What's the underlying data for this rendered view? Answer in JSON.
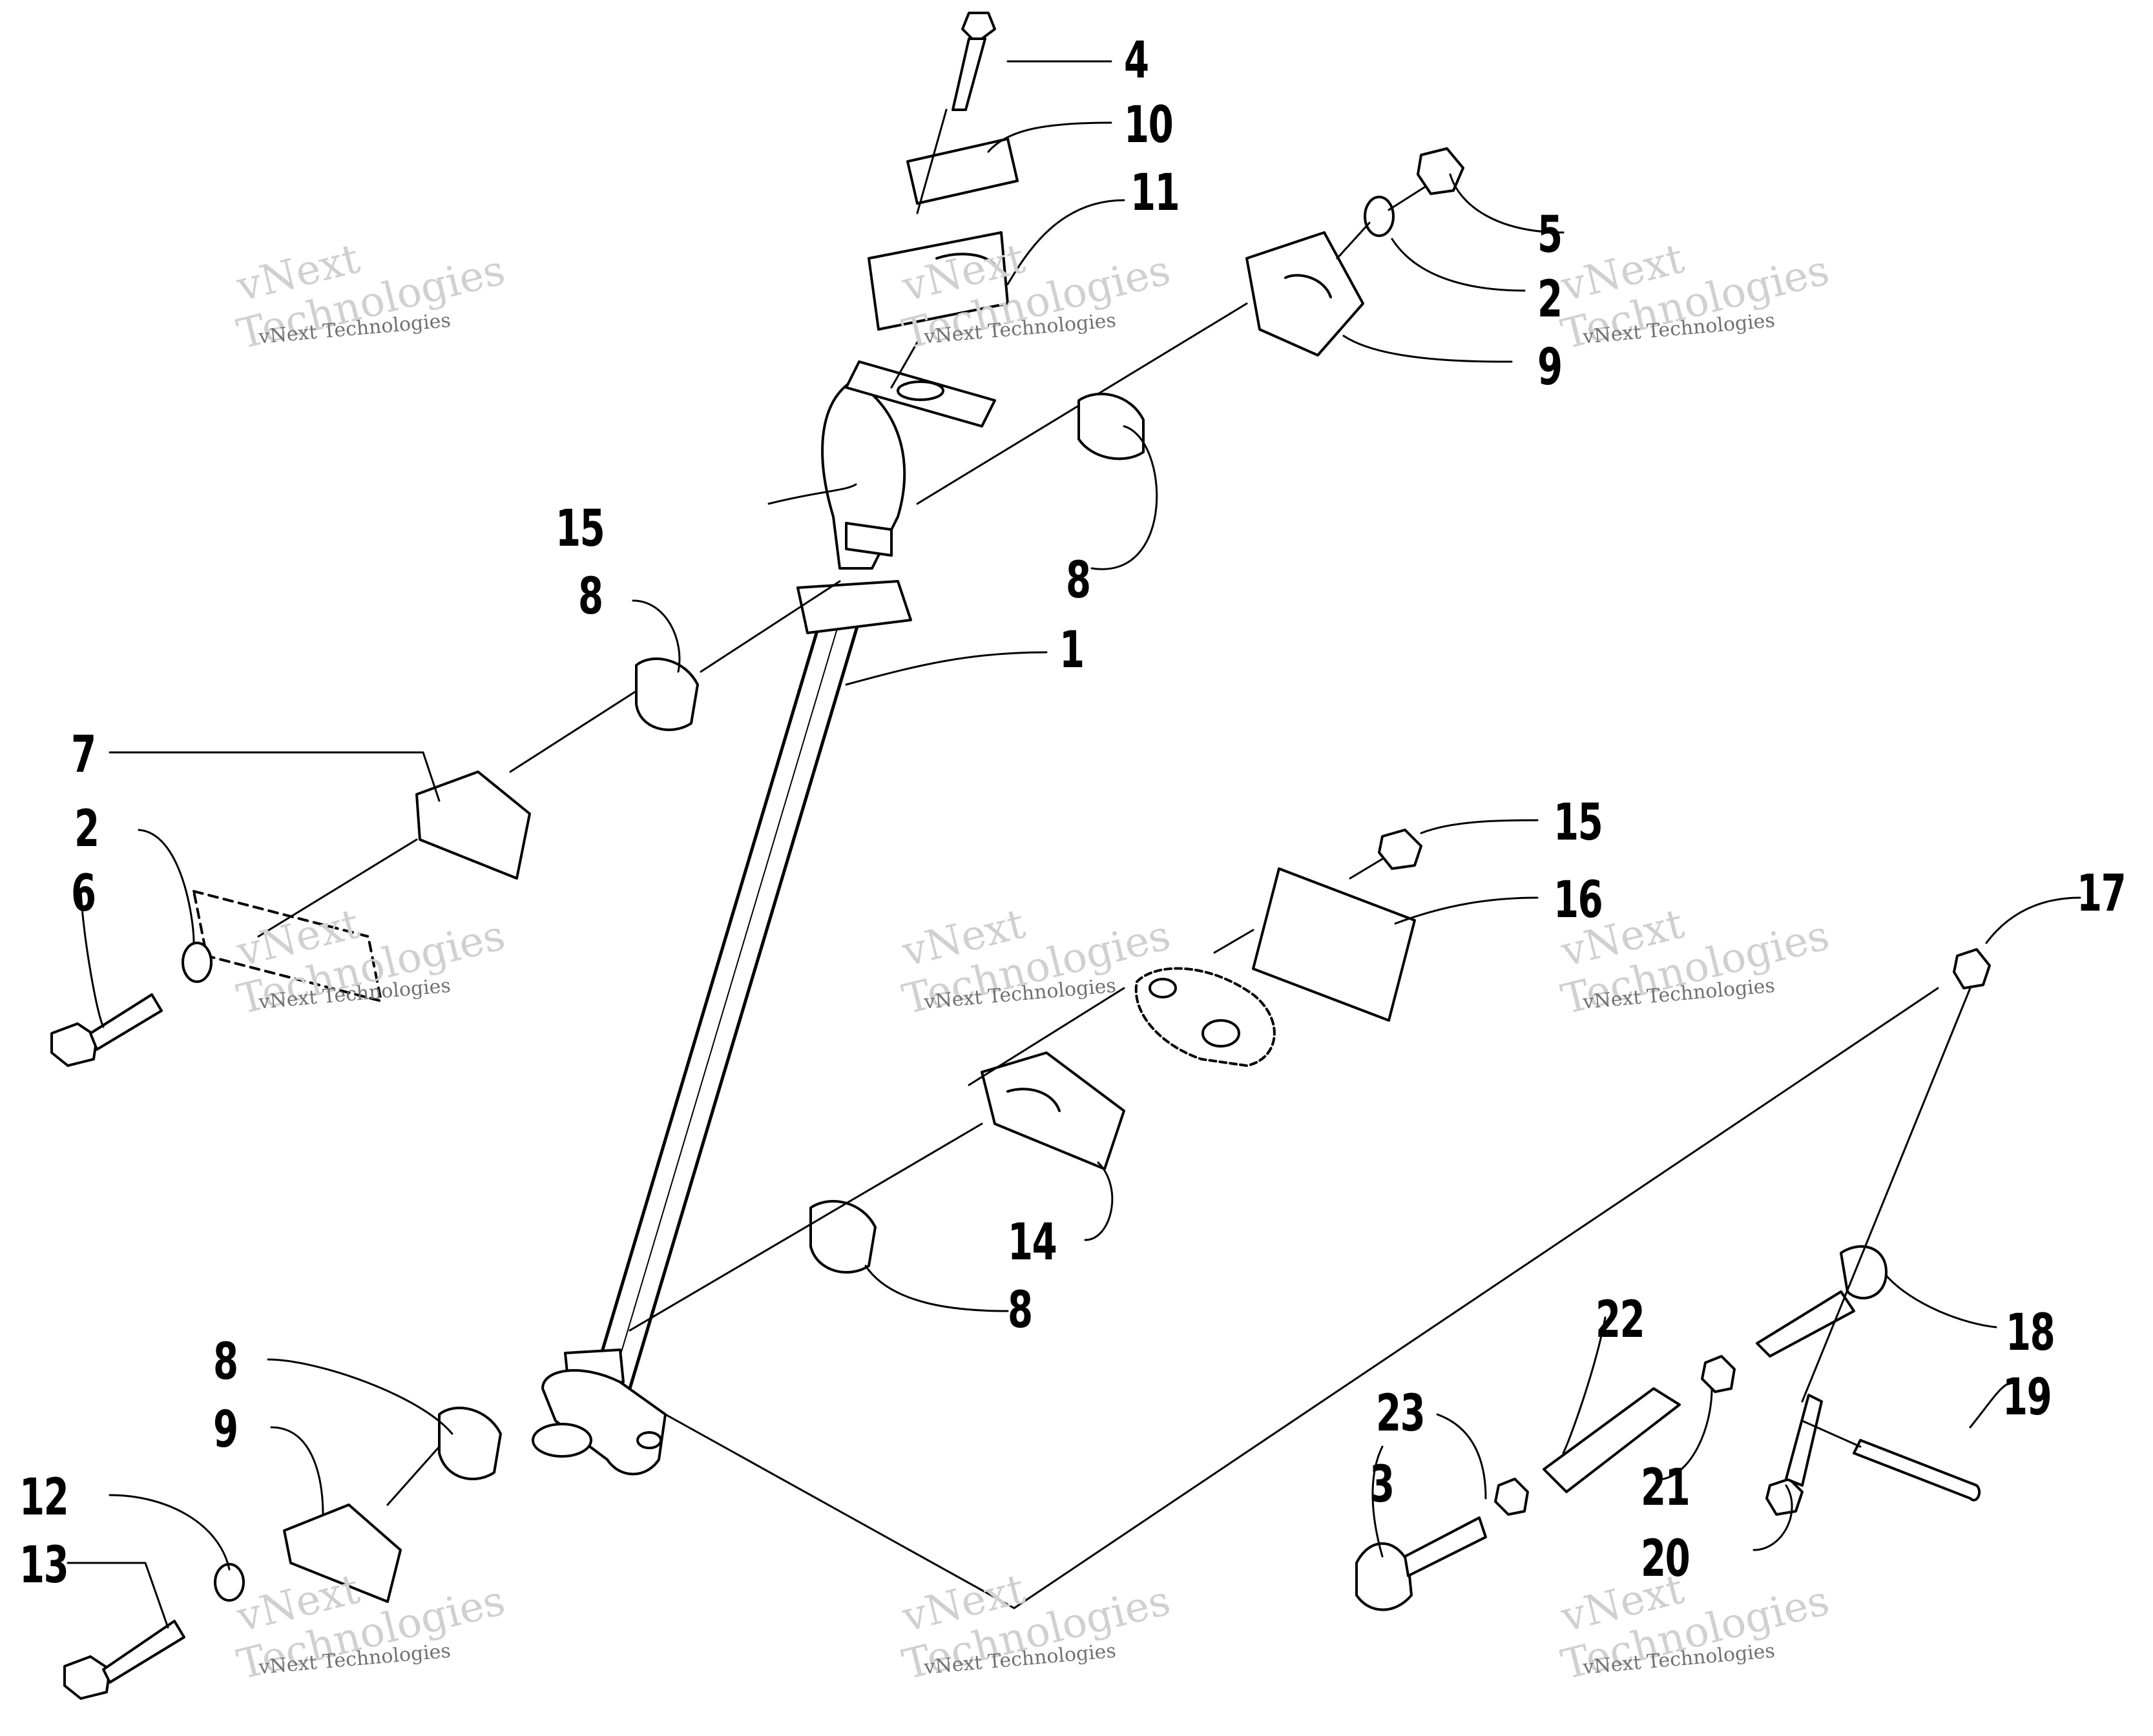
{
  "callouts": {
    "c1": "1",
    "c2a": "2",
    "c2b": "2",
    "c3": "3",
    "c4": "4",
    "c5": "5",
    "c6": "6",
    "c7": "7",
    "c8a": "8",
    "c8b": "8",
    "c8c": "8",
    "c8d": "8",
    "c9a": "9",
    "c9b": "9",
    "c10": "10",
    "c11": "11",
    "c12": "12",
    "c13": "13",
    "c14": "14",
    "c15a": "15",
    "c15b": "15",
    "c16": "16",
    "c17": "17",
    "c18": "18",
    "c19": "19",
    "c20": "20",
    "c21": "21",
    "c22": "22",
    "c23": "23"
  },
  "watermark": {
    "line1": "vNext",
    "line2": "Technologies",
    "caption": "vNext Technologies"
  }
}
